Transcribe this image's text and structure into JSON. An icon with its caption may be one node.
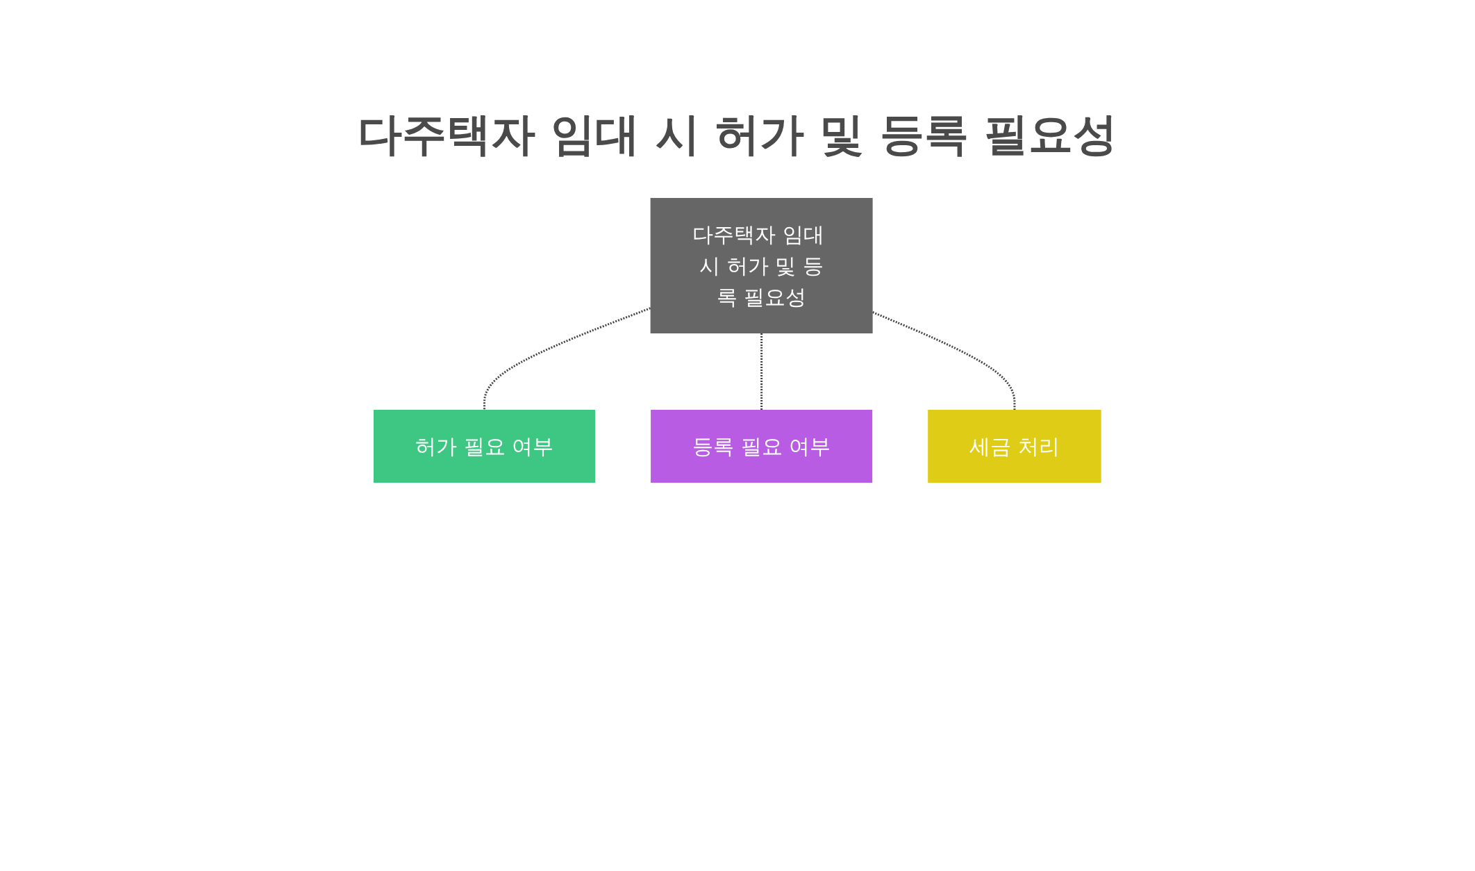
{
  "diagram": {
    "title": "다주택자 임대 시 허가 및 등록 필요성",
    "nodes": [
      {
        "text": [
          "허가 필요 여부"
        ]
      },
      {
        "text": [
          "다주택자 임대 시 허가 및 등록 필요성"
        ]
      },
      {
        "text": [
          "등록 필요 여부"
        ]
      },
      {
        "text": [
          "세금 처리"
        ]
      }
    ],
    "edges": [
      {
        "from": 1,
        "to": 0,
        "arrow": "none",
        "style": "dashed"
      },
      {
        "from": 1,
        "to": 2,
        "arrow": "none",
        "style": "dashed"
      },
      {
        "from": 1,
        "to": 3,
        "arrow": "none",
        "style": "dashed"
      }
    ]
  }
}
